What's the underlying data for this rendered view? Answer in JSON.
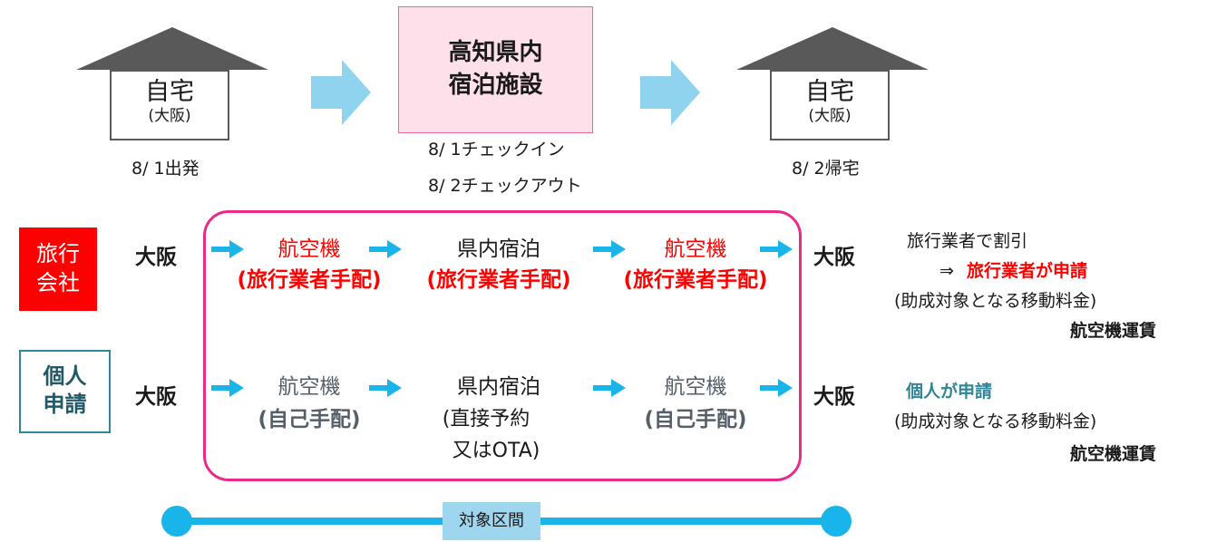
{
  "top": {
    "home_left": {
      "title": "自宅",
      "sub": "(大阪)",
      "date": "8/ 1出発"
    },
    "destination": {
      "line1": "高知県内",
      "line2": "宿泊施設",
      "checkin": "8/ 1チェックイン",
      "checkout": "8/ 2チェックアウト"
    },
    "home_right": {
      "title": "自宅",
      "sub": "(大阪)",
      "date": "8/ 2帰宅"
    }
  },
  "rows": {
    "travel_agency": {
      "label_line1": "旅行",
      "label_line2": "会社",
      "origin": "大阪",
      "seg1_line1": "航空機",
      "seg1_line2": "(旅行業者手配)",
      "seg2_line1": "県内宿泊",
      "seg2_line2": "(旅行業者手配)",
      "seg3_line1": "航空機",
      "seg3_line2": "(旅行業者手配)",
      "dest": "大阪",
      "note_line1": "旅行業者で割引",
      "note_arrow": "⇒",
      "note_applicant": "旅行業者が申請",
      "note_line3": "(助成対象となる移動料金)",
      "note_line4": "航空機運賃"
    },
    "individual": {
      "label_line1": "個人",
      "label_line2": "申請",
      "origin": "大阪",
      "seg1_line1": "航空機",
      "seg1_line2": "(自己手配)",
      "seg2_line1": "県内宿泊",
      "seg2_line2": "(直接予約",
      "seg2_line3": "又はOTA)",
      "seg3_line1": "航空機",
      "seg3_line2": "(自己手配)",
      "dest": "大阪",
      "note_line1": "個人が申請",
      "note_line2": "(助成対象となる移動料金)",
      "note_line3": "航空機運賃"
    }
  },
  "bottom": {
    "label": "対象区間"
  },
  "colors": {
    "red": "#ff0000",
    "pink": "#ea2a86",
    "teal": "#31859b",
    "light_blue": "#18b4ea",
    "arrow_light": "#8fd3ef"
  }
}
